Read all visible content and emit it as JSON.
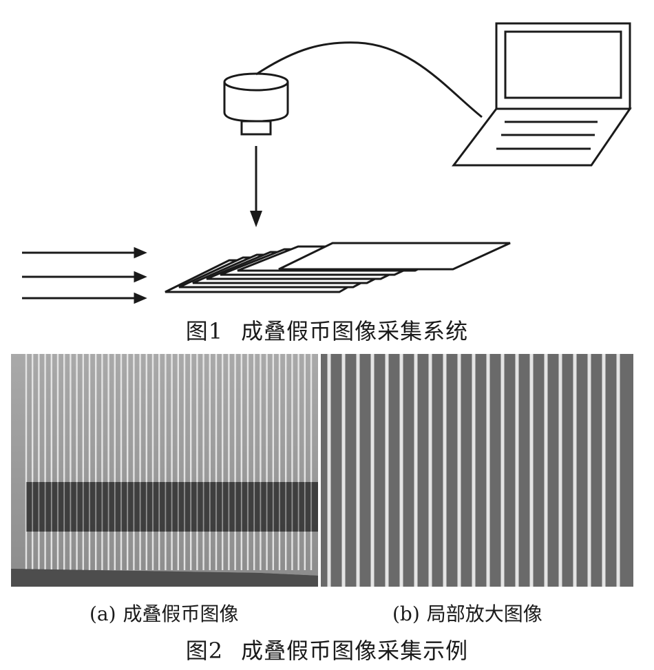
{
  "figure1": {
    "caption_label": "图1",
    "caption_title": "成叠假币图像采集系统"
  },
  "figure2": {
    "subfig_a_tag": "(a)",
    "subfig_a_label": "成叠假币图像",
    "subfig_b_tag": "(b)",
    "subfig_b_label": "局部放大图像",
    "caption_label": "图2",
    "caption_title": "成叠假币图像采集示例"
  },
  "colors": {
    "line": "#1a1a1a",
    "photo_a_bg": "#4d4d4d",
    "photo_b_bg": "#6a6a6a",
    "stripe": "#e8e8e8"
  }
}
